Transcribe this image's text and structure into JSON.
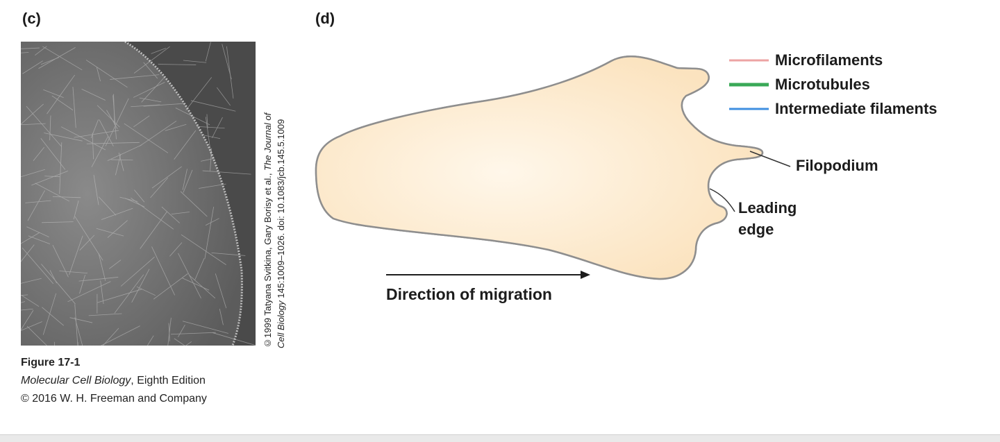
{
  "panel_c": {
    "label": "(c)",
    "credit_line1_prefix": "©1999 Tatyana Svitkina, Gary Borisy et al., ",
    "credit_line1_italic": "The Journal of",
    "credit_line2_italic": "Cell Biology",
    "credit_line2_rest": " 145:1009–1026. doi: 10.1083/jcb.145.5.1009"
  },
  "panel_d": {
    "label": "(d)",
    "legend": [
      {
        "label": "Microfilaments",
        "color": "#eda3a3"
      },
      {
        "label": "Microtubules",
        "color": "#3aa957"
      },
      {
        "label": "Intermediate filaments",
        "color": "#3f8fe0"
      }
    ],
    "labels": {
      "filopodium": "Filopodium",
      "leading_edge_1": "Leading",
      "leading_edge_2": "edge",
      "direction": "Direction of migration"
    },
    "colors": {
      "cytoplasm": "#fbe8c8",
      "outline": "#8a8a8a",
      "actin": "#d83a3a",
      "nucleus": "#8cc4f0"
    }
  },
  "caption": {
    "figure": "Figure 17-1",
    "book_italic": "Molecular Cell Biology",
    "edition": ", Eighth Edition",
    "copyright": "© 2016 W. H. Freeman and Company"
  }
}
